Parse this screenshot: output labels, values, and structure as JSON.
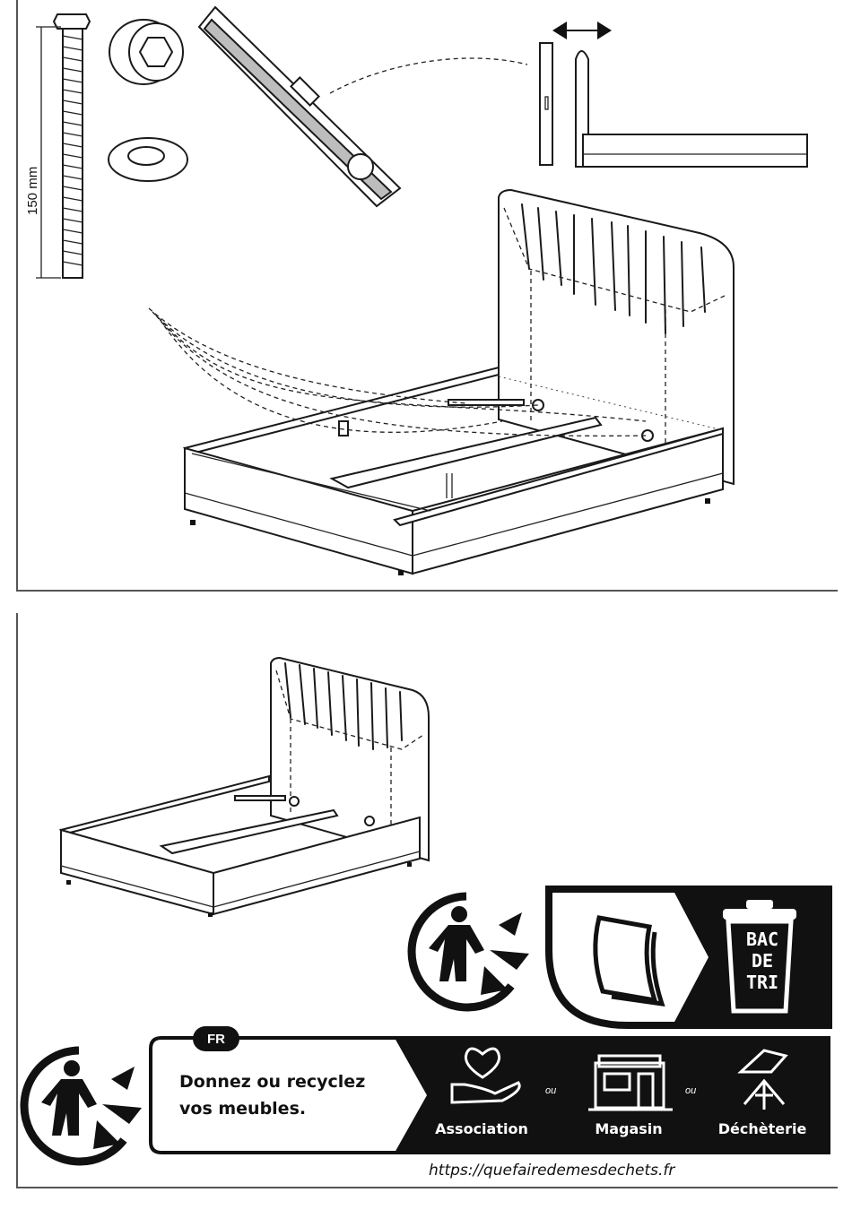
{
  "hardware": {
    "bolt_length_label": "150 mm"
  },
  "recycling": {
    "country_badge": "FR",
    "message_line1": "Donnez ou recyclez",
    "message_line2": "vos meubles.",
    "separator": "ou",
    "destinations": [
      {
        "label": "Association",
        "icon": "hand-heart-icon"
      },
      {
        "label": "Magasin",
        "icon": "shop-icon"
      },
      {
        "label": "Déchèterie",
        "icon": "recycling-center-icon"
      }
    ],
    "bin_label_lines": [
      "BAC",
      "DE",
      "TRI"
    ],
    "url": "https://quefairedemesdechets.fr"
  },
  "colors": {
    "ink": "#111111",
    "panel_border": "#555555",
    "banner_black": "#111111"
  }
}
